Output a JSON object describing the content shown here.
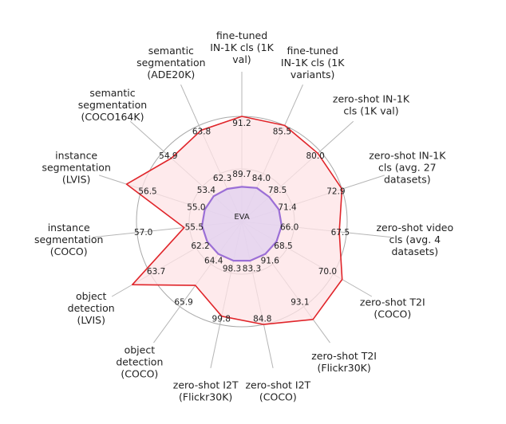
{
  "chart_data": {
    "type": "radar",
    "center_label": "EVA",
    "axes": [
      {
        "label": [
          "fine-tuned",
          "IN-1K cls (1K",
          "val)"
        ]
      },
      {
        "label": [
          "fine-tuned",
          "IN-1K cls (1K",
          "variants)"
        ]
      },
      {
        "label": [
          "zero-shot IN-1K",
          "cls (1K val)"
        ]
      },
      {
        "label": [
          "zero-shot IN-1K",
          "cls (avg. 27",
          "datasets)"
        ]
      },
      {
        "label": [
          "zero-shot video",
          "cls (avg. 4",
          "datasets)"
        ]
      },
      {
        "label": [
          "zero-shot T2I",
          "(COCO)"
        ]
      },
      {
        "label": [
          "zero-shot T2I",
          "(Flickr30K)"
        ]
      },
      {
        "label": [
          "zero-shot I2T",
          "(COCO)"
        ]
      },
      {
        "label": [
          "zero-shot I2T",
          "(Flickr30K)"
        ]
      },
      {
        "label": [
          "object",
          "detection",
          "(COCO)"
        ]
      },
      {
        "label": [
          "object",
          "detection",
          "(LVIS)"
        ]
      },
      {
        "label": [
          "instance",
          "segmentation",
          "(COCO)"
        ]
      },
      {
        "label": [
          "instance",
          "segmentation",
          "(LVIS)"
        ]
      },
      {
        "label": [
          "semantic",
          "segmentation",
          "(COCO164K)"
        ]
      },
      {
        "label": [
          "semantic",
          "segmentation",
          "(ADE20K)"
        ]
      }
    ],
    "outer_values": [
      "91.2",
      "85.5",
      "80.0",
      "72.9",
      "67.5",
      "70.0",
      "93.1",
      "84.8",
      "99.8",
      "65.9",
      "63.7",
      "57.0",
      "56.5",
      "54.9",
      "63.8"
    ],
    "inner_values": [
      "89.7",
      "84.0",
      "78.5",
      "71.4",
      "66.0",
      "68.5",
      "91.6",
      "83.3",
      "98.3",
      "64.4",
      "62.2",
      "55.5",
      "55.0",
      "53.4",
      "62.3"
    ],
    "series": [
      {
        "name": "",
        "relative_radius": [
          1.0,
          1.0,
          0.97,
          1.0,
          0.93,
          1.1,
          1.15,
          1.0,
          0.92,
          0.75,
          1.2,
          0.55,
          1.15,
          0.9,
          0.95
        ]
      },
      {
        "name": "",
        "relative_radius": [
          0.33,
          0.35,
          0.35,
          0.37,
          0.38,
          0.38,
          0.38,
          0.38,
          0.38,
          0.38,
          0.38,
          0.38,
          0.37,
          0.36,
          0.34
        ]
      }
    ],
    "colors": {
      "outer_line": "#e0252a",
      "outer_fill": "#fde3e6",
      "inner_line": "#9b6fd6",
      "inner_fill": "#e2d2f0",
      "spoke": "#b5b5b5",
      "ring": "#a9a9a9"
    },
    "ring_fractions": [
      0.5,
      1.0
    ]
  }
}
